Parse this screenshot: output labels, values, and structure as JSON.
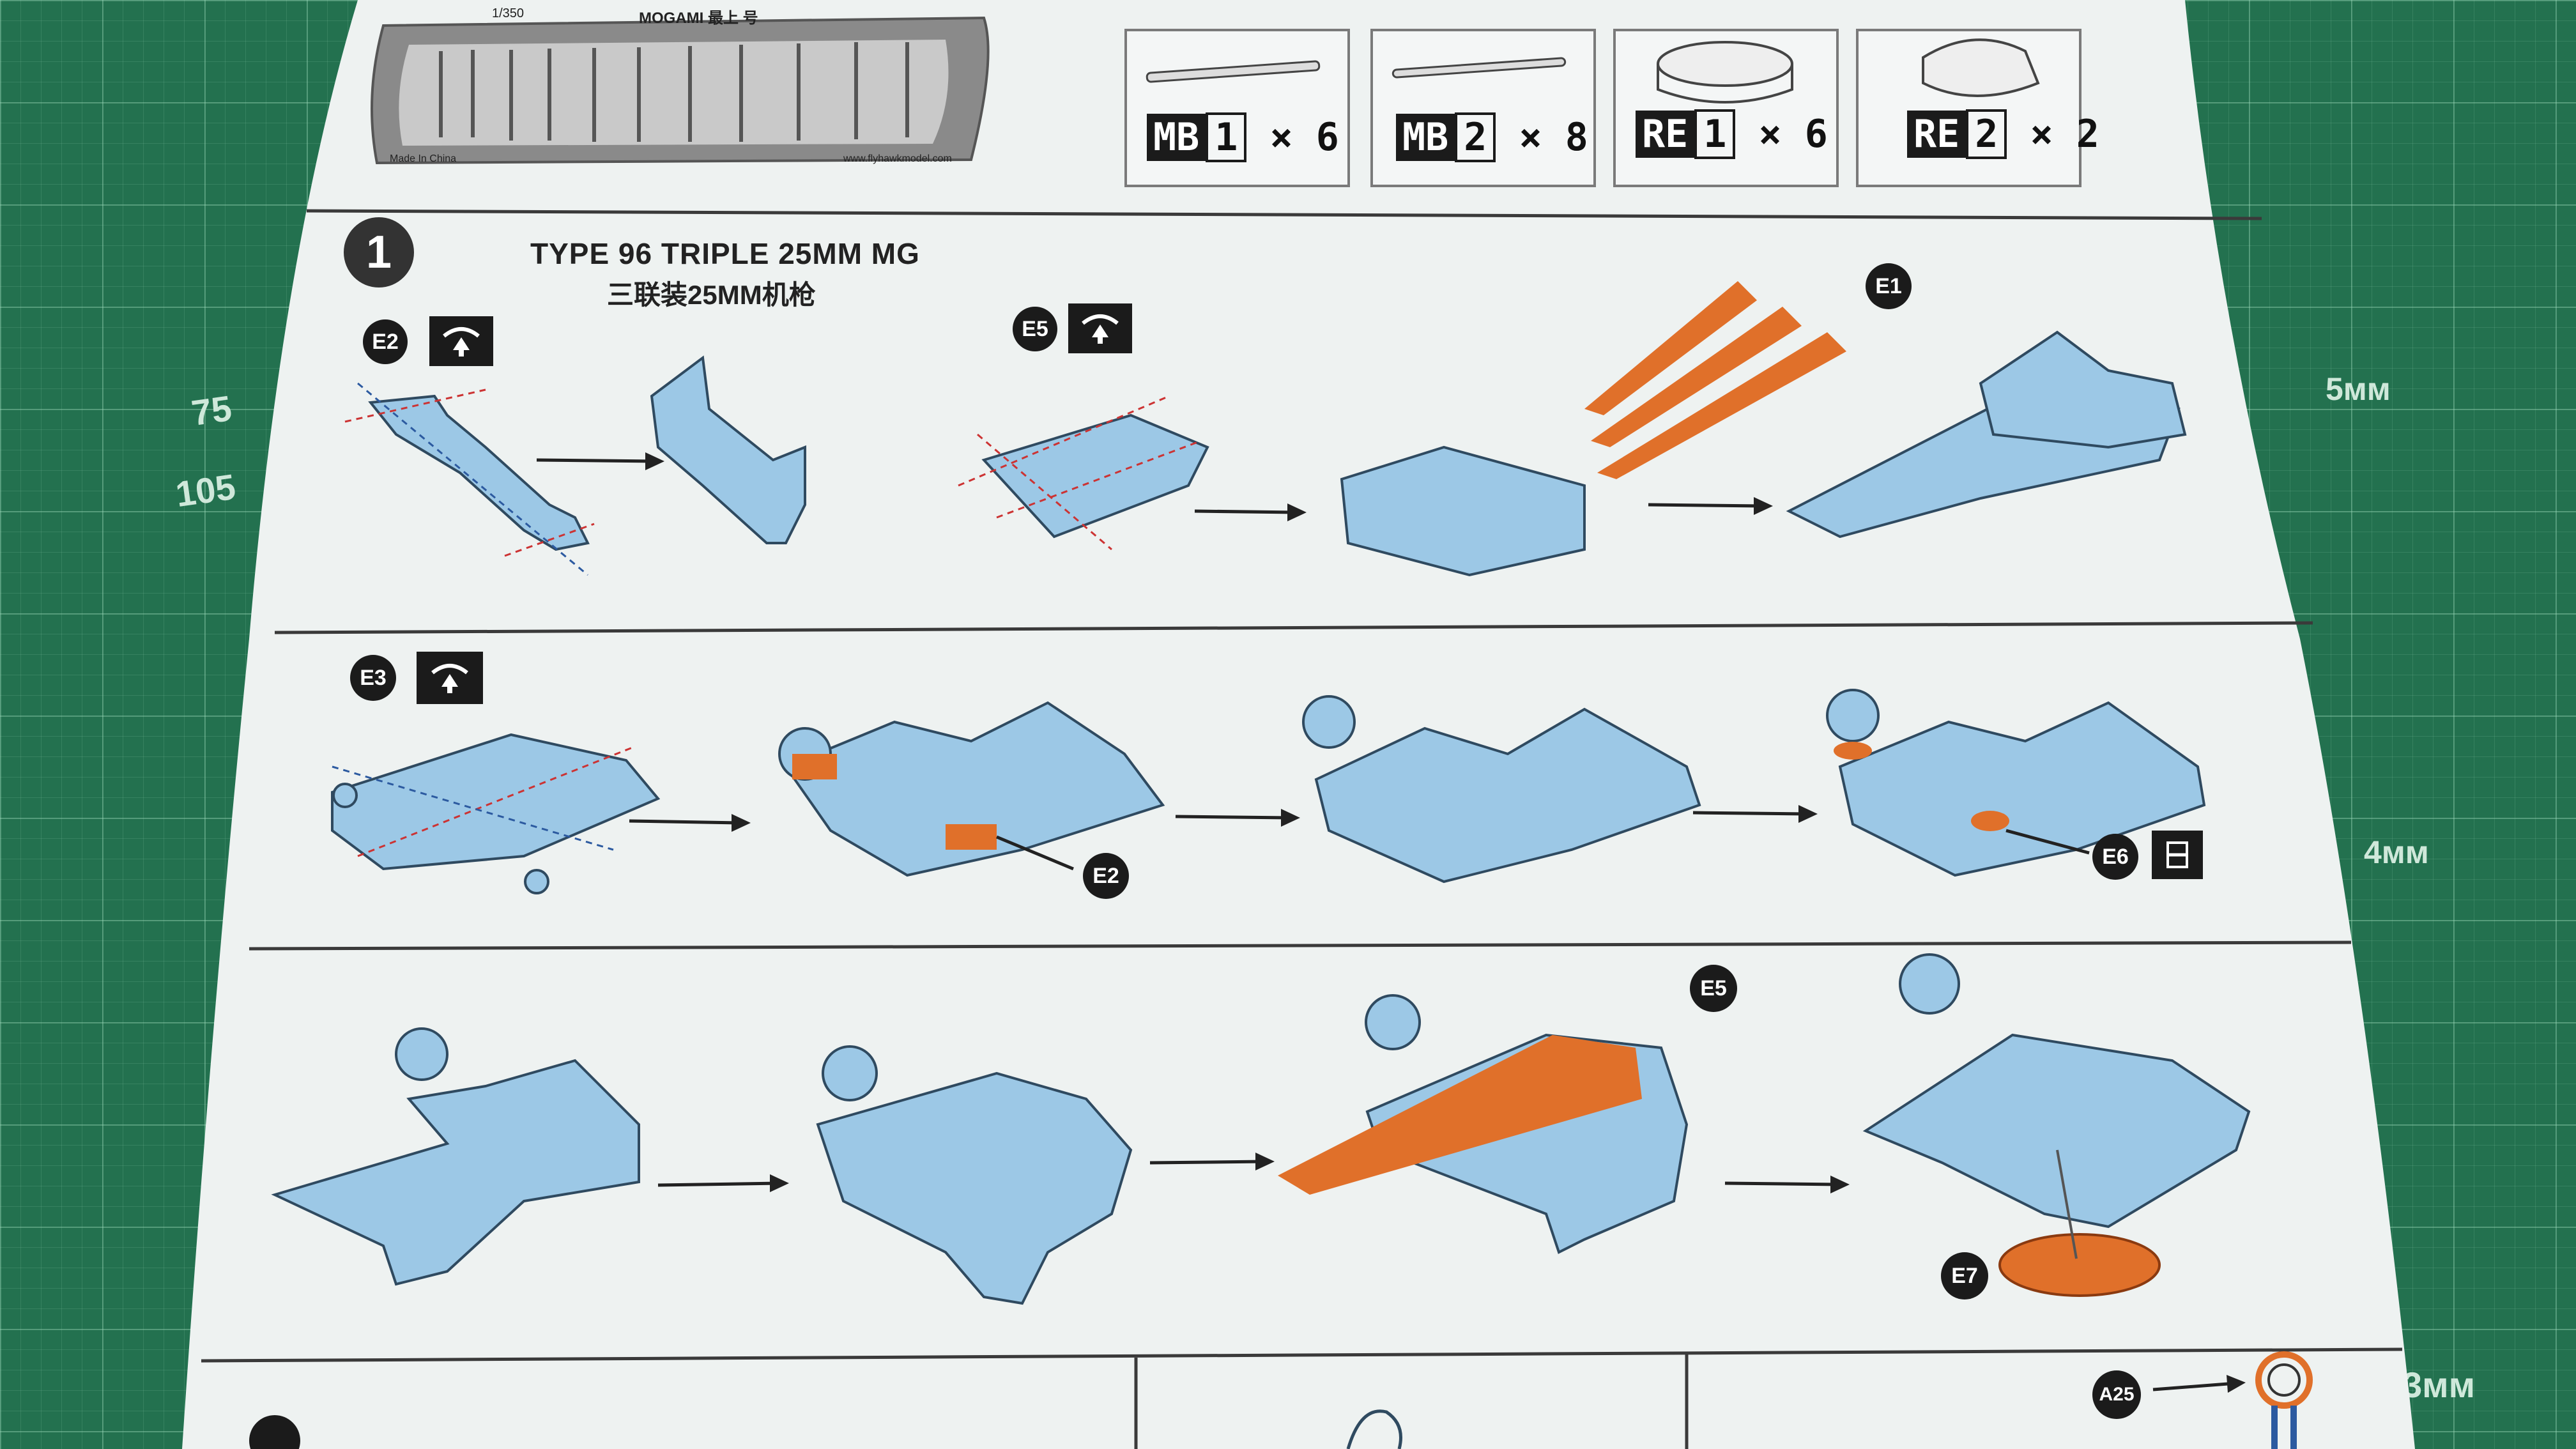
{
  "mat": {
    "ruler_labels": [
      "75",
      "105"
    ],
    "size_labels": [
      "5мм",
      "4мм",
      "3мм"
    ]
  },
  "parts_header": {
    "fret_title": "MOGAMI 最上 号",
    "fret_scale": "1/350",
    "fret_made_in": "Made In China",
    "fret_website": "www.flyhawkmodel.com",
    "parts": [
      {
        "prefix": "MB",
        "number": "1",
        "qty": "× 6"
      },
      {
        "prefix": "MB",
        "number": "2",
        "qty": "× 8"
      },
      {
        "prefix": "RE",
        "number": "1",
        "qty": "× 6"
      },
      {
        "prefix": "RE",
        "number": "2",
        "qty": "× 2"
      }
    ]
  },
  "step1": {
    "step_number": "1",
    "title_en": "TYPE 96 TRIPLE 25MM MG",
    "title_cn": "三联装25MM机枪"
  },
  "callouts": {
    "e2_top": "E2",
    "e5_top": "E5",
    "e1": "E1",
    "e3": "E3",
    "e2_mid": "E2",
    "e6": "E6",
    "e5_bottom": "E5",
    "e7": "E7",
    "a25": "A25"
  },
  "colors": {
    "part_blue": "#9cc8e6",
    "part_orange": "#e0702a",
    "paper": "#eef2f1",
    "mat_green": "#23714f"
  }
}
